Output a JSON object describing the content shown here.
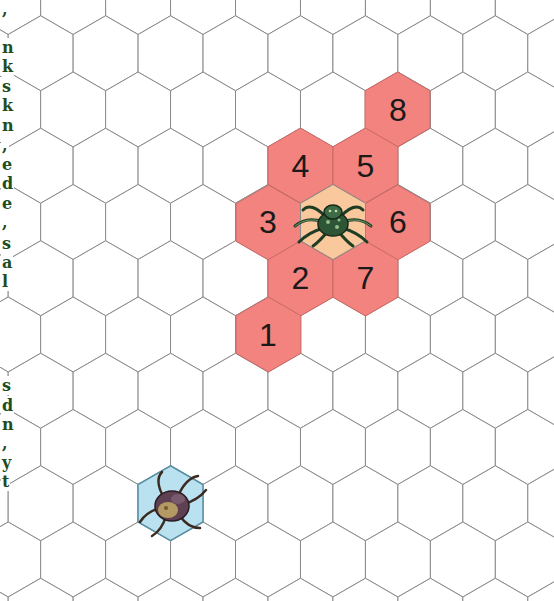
{
  "diagram": {
    "nodes": [
      {
        "text": [
          "8"
        ]
      },
      {
        "text": [
          "4"
        ]
      },
      {
        "text": [
          "5"
        ]
      },
      {
        "text": [
          "3"
        ]
      },
      {
        "text": [
          "6"
        ]
      },
      {
        "text": [
          "2"
        ]
      },
      {
        "text": [
          "7"
        ]
      },
      {
        "text": [
          "1"
        ]
      }
    ],
    "labels": [
      ",",
      "n",
      "k",
      "s",
      "k",
      "n",
      ",",
      "e",
      "d",
      "e",
      ",",
      "s",
      "a",
      "l",
      "s",
      "d",
      "n",
      ",",
      "y",
      "t"
    ]
  }
}
